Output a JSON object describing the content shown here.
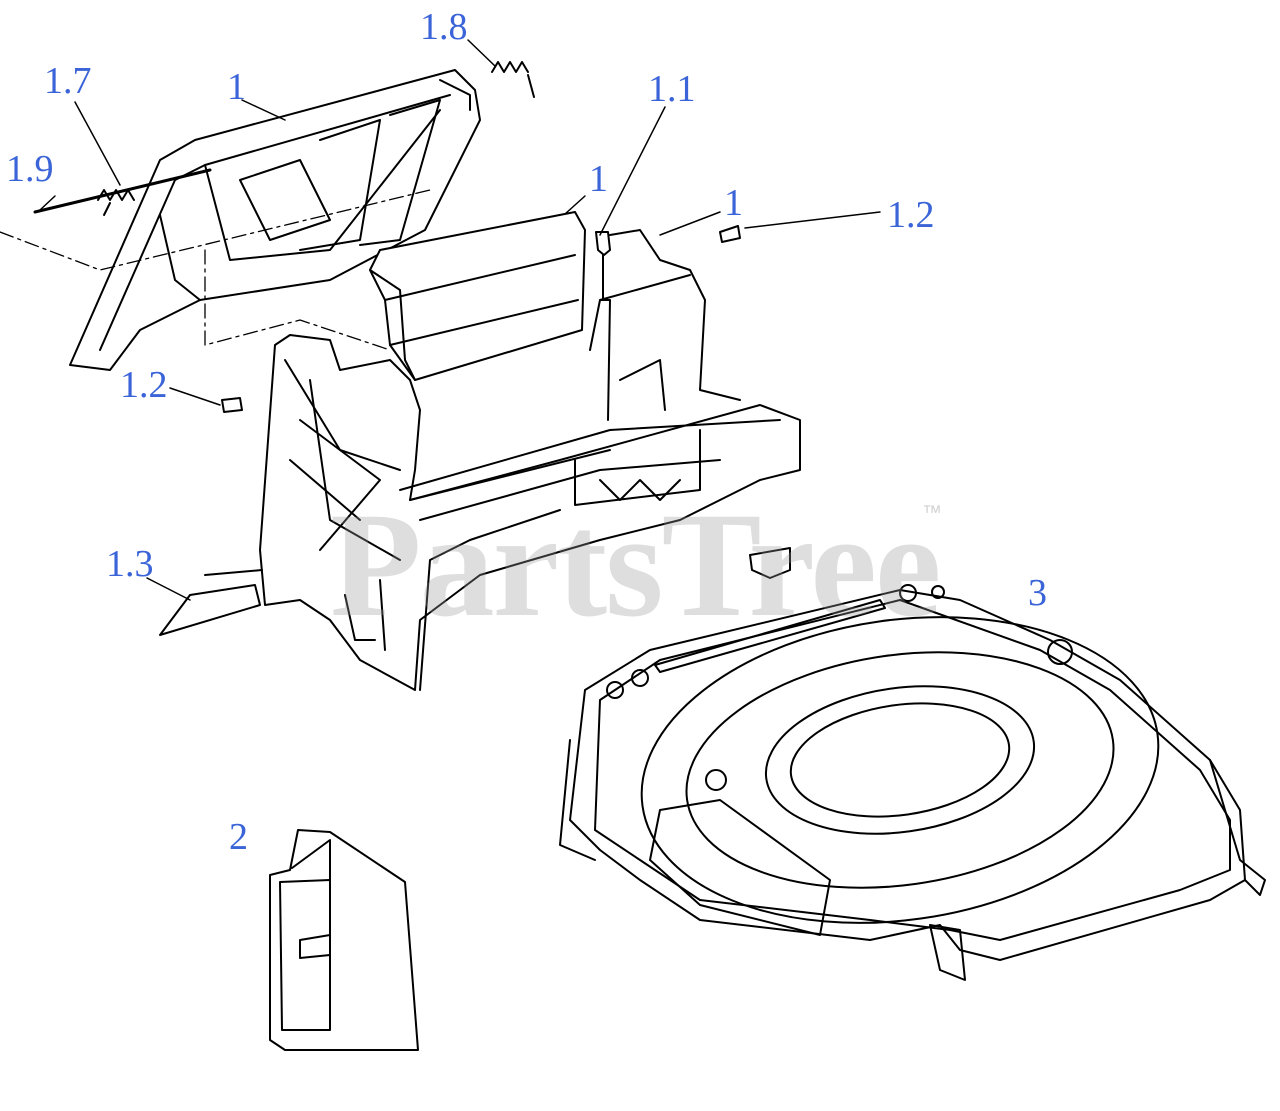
{
  "diagram": {
    "callouts": [
      {
        "id": "c-1-8",
        "text": "1.8"
      },
      {
        "id": "c-1-7",
        "text": "1.7"
      },
      {
        "id": "c-1-top",
        "text": "1"
      },
      {
        "id": "c-1-9",
        "text": "1.9"
      },
      {
        "id": "c-1-1",
        "text": "1.1"
      },
      {
        "id": "c-1-flap",
        "text": "1"
      },
      {
        "id": "c-1-right",
        "text": "1"
      },
      {
        "id": "c-1-2-right",
        "text": "1.2"
      },
      {
        "id": "c-1-2-left",
        "text": "1.2"
      },
      {
        "id": "c-1-3",
        "text": "1.3"
      },
      {
        "id": "c-3",
        "text": "3"
      },
      {
        "id": "c-2",
        "text": "2"
      }
    ],
    "watermark": {
      "text": "PartsTree",
      "mark": "™"
    },
    "colors": {
      "callout": "#3a64d8",
      "line": "#000000",
      "leader": "#000000",
      "watermark": "#9a9a9a"
    }
  }
}
